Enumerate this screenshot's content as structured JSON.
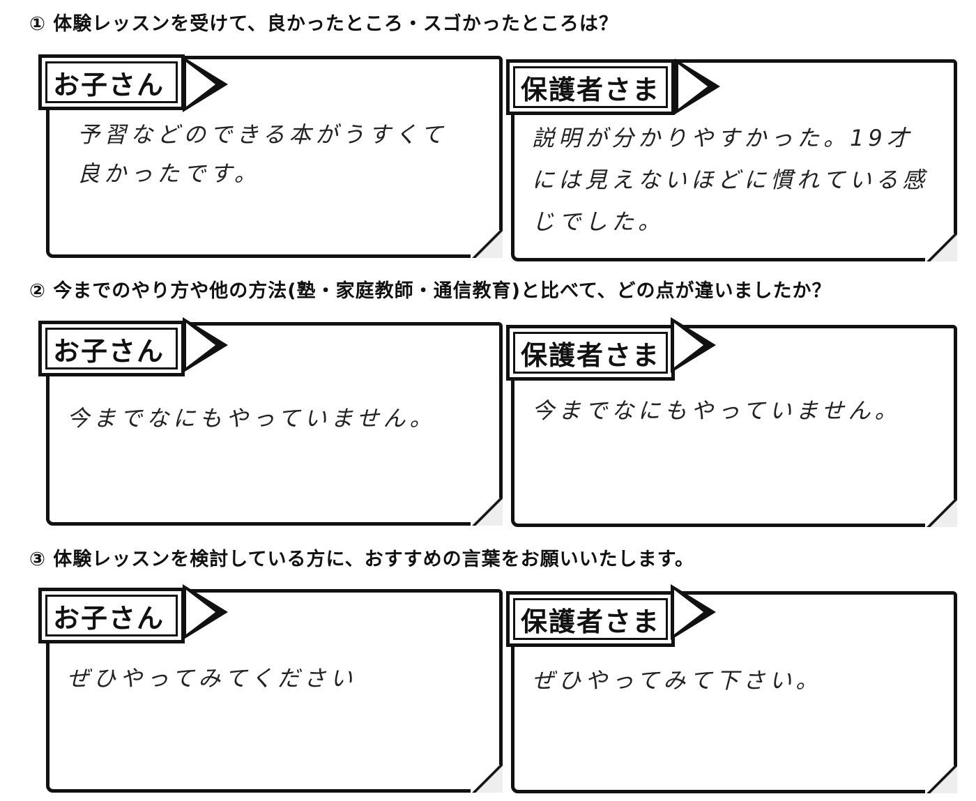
{
  "questions": [
    {
      "number": "①",
      "text": "体験レッスンを受けて、良かったところ・スゴかったところは？",
      "child_label": "お子さん",
      "child_answer": "予習などのできる本がうすくて良かったです。",
      "parent_label": "保護者さま",
      "parent_answer": "説明が分かりやすかった。19才には見えないほどに慣れている感じでした。"
    },
    {
      "number": "②",
      "text": "今までのやり方や他の方法(塾・家庭教師・通信教育)と比べて、どの点が違いましたか？",
      "child_label": "お子さん",
      "child_answer": "今までなにもやっていません。",
      "parent_label": "保護者さま",
      "parent_answer": "今までなにもやっていません。"
    },
    {
      "number": "③",
      "text": "体験レッスンを検討している方に、おすすめの言葉をお願いいたします。",
      "child_label": "お子さん",
      "child_answer": "ぜひやってみてください",
      "parent_label": "保護者さま",
      "parent_answer": "ぜひやってみて下さい。"
    }
  ]
}
